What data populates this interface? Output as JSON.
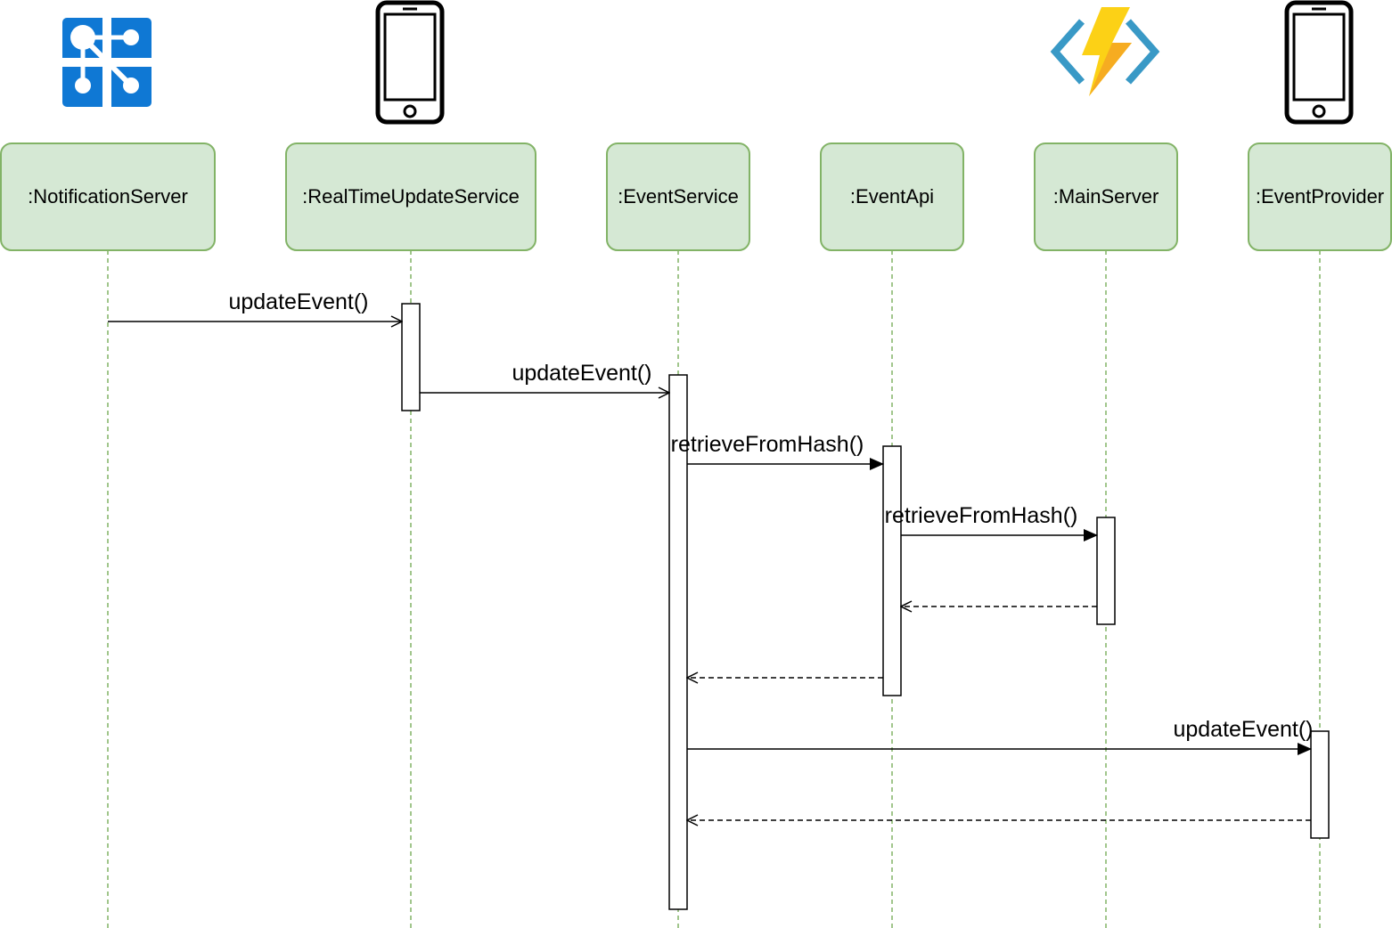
{
  "colors": {
    "box_fill": "#d5e8d4",
    "box_stroke": "#82b366",
    "lifeline": "#82b366",
    "line": "#000000"
  },
  "participants": [
    {
      "id": "notification",
      "label": ":NotificationServer",
      "icon": "notification-hub-icon"
    },
    {
      "id": "realtime",
      "label": ":RealTimeUpdateService",
      "icon": "smartphone-icon"
    },
    {
      "id": "eventservice",
      "label": ":EventService",
      "icon": ""
    },
    {
      "id": "eventapi",
      "label": ":EventApi",
      "icon": ""
    },
    {
      "id": "mainserver",
      "label": ":MainServer",
      "icon": "azure-function-icon"
    },
    {
      "id": "eventprovider",
      "label": ":EventProvider",
      "icon": "smartphone-icon"
    }
  ],
  "messages": [
    {
      "id": "m1",
      "from": "notification",
      "to": "realtime",
      "label": "updateEvent()",
      "kind": "async"
    },
    {
      "id": "m2",
      "from": "realtime",
      "to": "eventservice",
      "label": "updateEvent()",
      "kind": "async"
    },
    {
      "id": "m3",
      "from": "eventservice",
      "to": "eventapi",
      "label": "retrieveFromHash()",
      "kind": "sync"
    },
    {
      "id": "m4",
      "from": "eventapi",
      "to": "mainserver",
      "label": "retrieveFromHash()",
      "kind": "sync"
    },
    {
      "id": "m5",
      "from": "mainserver",
      "to": "eventapi",
      "label": "",
      "kind": "return"
    },
    {
      "id": "m6",
      "from": "eventapi",
      "to": "eventservice",
      "label": "",
      "kind": "return"
    },
    {
      "id": "m7",
      "from": "eventservice",
      "to": "eventprovider",
      "label": "updateEvent()",
      "kind": "sync"
    },
    {
      "id": "m8",
      "from": "eventprovider",
      "to": "eventservice",
      "label": "",
      "kind": "return"
    }
  ]
}
